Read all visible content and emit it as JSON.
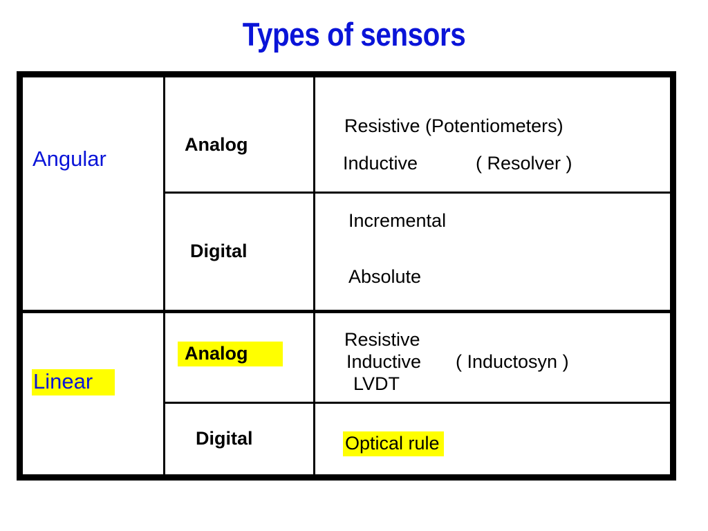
{
  "title": "Types of sensors",
  "table": {
    "angular": {
      "label": "Angular",
      "analog": {
        "label": "Analog",
        "items": [
          "Resistive (Potentiometers)",
          "Inductive",
          "( Resolver )"
        ]
      },
      "digital": {
        "label": "Digital",
        "items": [
          "Incremental",
          "Absolute"
        ]
      }
    },
    "linear": {
      "label": "Linear",
      "analog": {
        "label": "Analog",
        "items": [
          "Resistive",
          "Inductive",
          "( Inductosyn )",
          "LVDT"
        ]
      },
      "digital": {
        "label": "Digital",
        "items": [
          "Optical rule"
        ]
      }
    }
  },
  "colors": {
    "title": "#0a14d8",
    "category": "#0a14d8",
    "highlight": "#ffff00",
    "border": "#000000"
  }
}
